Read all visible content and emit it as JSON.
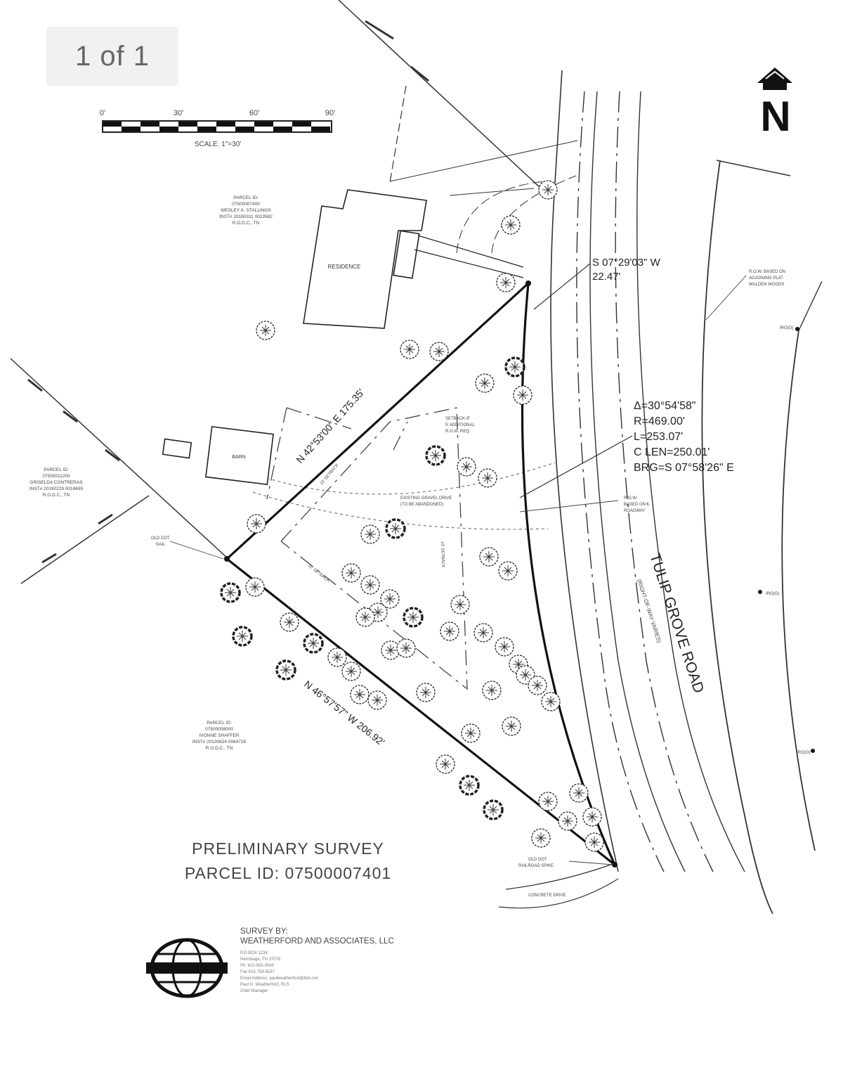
{
  "viewer": {
    "page_counter": "1 of 1"
  },
  "scale_bar": {
    "ticks": [
      "0'",
      "30'",
      "60'",
      "90'"
    ],
    "label": "SCALE: 1\"=30'"
  },
  "north_arrow": {
    "letter": "N",
    "icon": "north-arrow-icon"
  },
  "parcels": {
    "north": {
      "lines": [
        "PARCEL ID:",
        "07500007400",
        "WESLEY A. STALLINGS",
        "INST# 20160311 0023582",
        "R.O.D.C., TN"
      ]
    },
    "west": {
      "lines": [
        "PARCEL ID:",
        "07500011200",
        "GRISELDA CONTRERAS",
        "INST# 20190229 0018695",
        "R.O.D.C., TN"
      ]
    },
    "south": {
      "lines": [
        "PARCEL ID:",
        "07500008000",
        "IVONNE SHAFFER",
        "INST# 20130624 0064728",
        "R.O.D.C., TN"
      ]
    }
  },
  "structures": {
    "residence": "RESIDENCE",
    "barn": "BARN"
  },
  "bearings": {
    "northeast_line": "N 42°53'00\" E  175.35'",
    "southwest_line": "N 46°57'57\" W  206.92'",
    "short_line": [
      "S 07°29'03\" W",
      "22.47'"
    ]
  },
  "curve": [
    "Δ=30°54'58\"",
    "R=469.00'",
    "L=253.07'",
    "C LEN=250.01'",
    "BRG=S 07°58'26\" E"
  ],
  "annotations": {
    "setback_one": "10' SETBACK",
    "setback_two": "10' SETBACK",
    "setback_three": "10' SETBACK",
    "setback_row": [
      "SETBACK IF",
      "5' ADDITIONAL",
      "R.O.W. REQ."
    ],
    "gravel_drive": [
      "EXISTING GRAVEL DRIVE",
      "(TO BE ABANDONED)"
    ],
    "row_centerline": [
      "R.O.W.",
      "BASED ON ℄",
      "ROADWAY"
    ],
    "row_adjoining": [
      "R.O.W. BASED ON",
      "ADJOINING PLAT",
      "WALDEN WOODS"
    ],
    "old_nail": [
      "OLD DOT",
      "NAIL"
    ],
    "old_spike": [
      "OLD DOT",
      "RAILROAD SPIKE"
    ],
    "concrete_drive": "CONCRETE DRIVE",
    "irons": [
      "IRO(O)",
      "IRO(O)",
      "IRO(O)"
    ]
  },
  "road": {
    "name": "TULIP GROVE ROAD",
    "row_note": "(RIGHT-OF-WAY VARIES)"
  },
  "title": {
    "line1": "PRELIMINARY SURVEY",
    "line2": "PARCEL ID:  07500007401"
  },
  "surveyor": {
    "line1": "SURVEY BY:",
    "line2": "WEATHERFORD AND ASSOCIATES, LLC",
    "details": [
      "P.O.BOX 1234",
      "Hermitage, TN 37076",
      "Ph: 615-555-0000",
      "Fax 615-758-5537",
      "Email Address: paulweatherford@bds.net",
      "Paul G. Weatherford, RLS",
      "Chief Manager"
    ]
  }
}
